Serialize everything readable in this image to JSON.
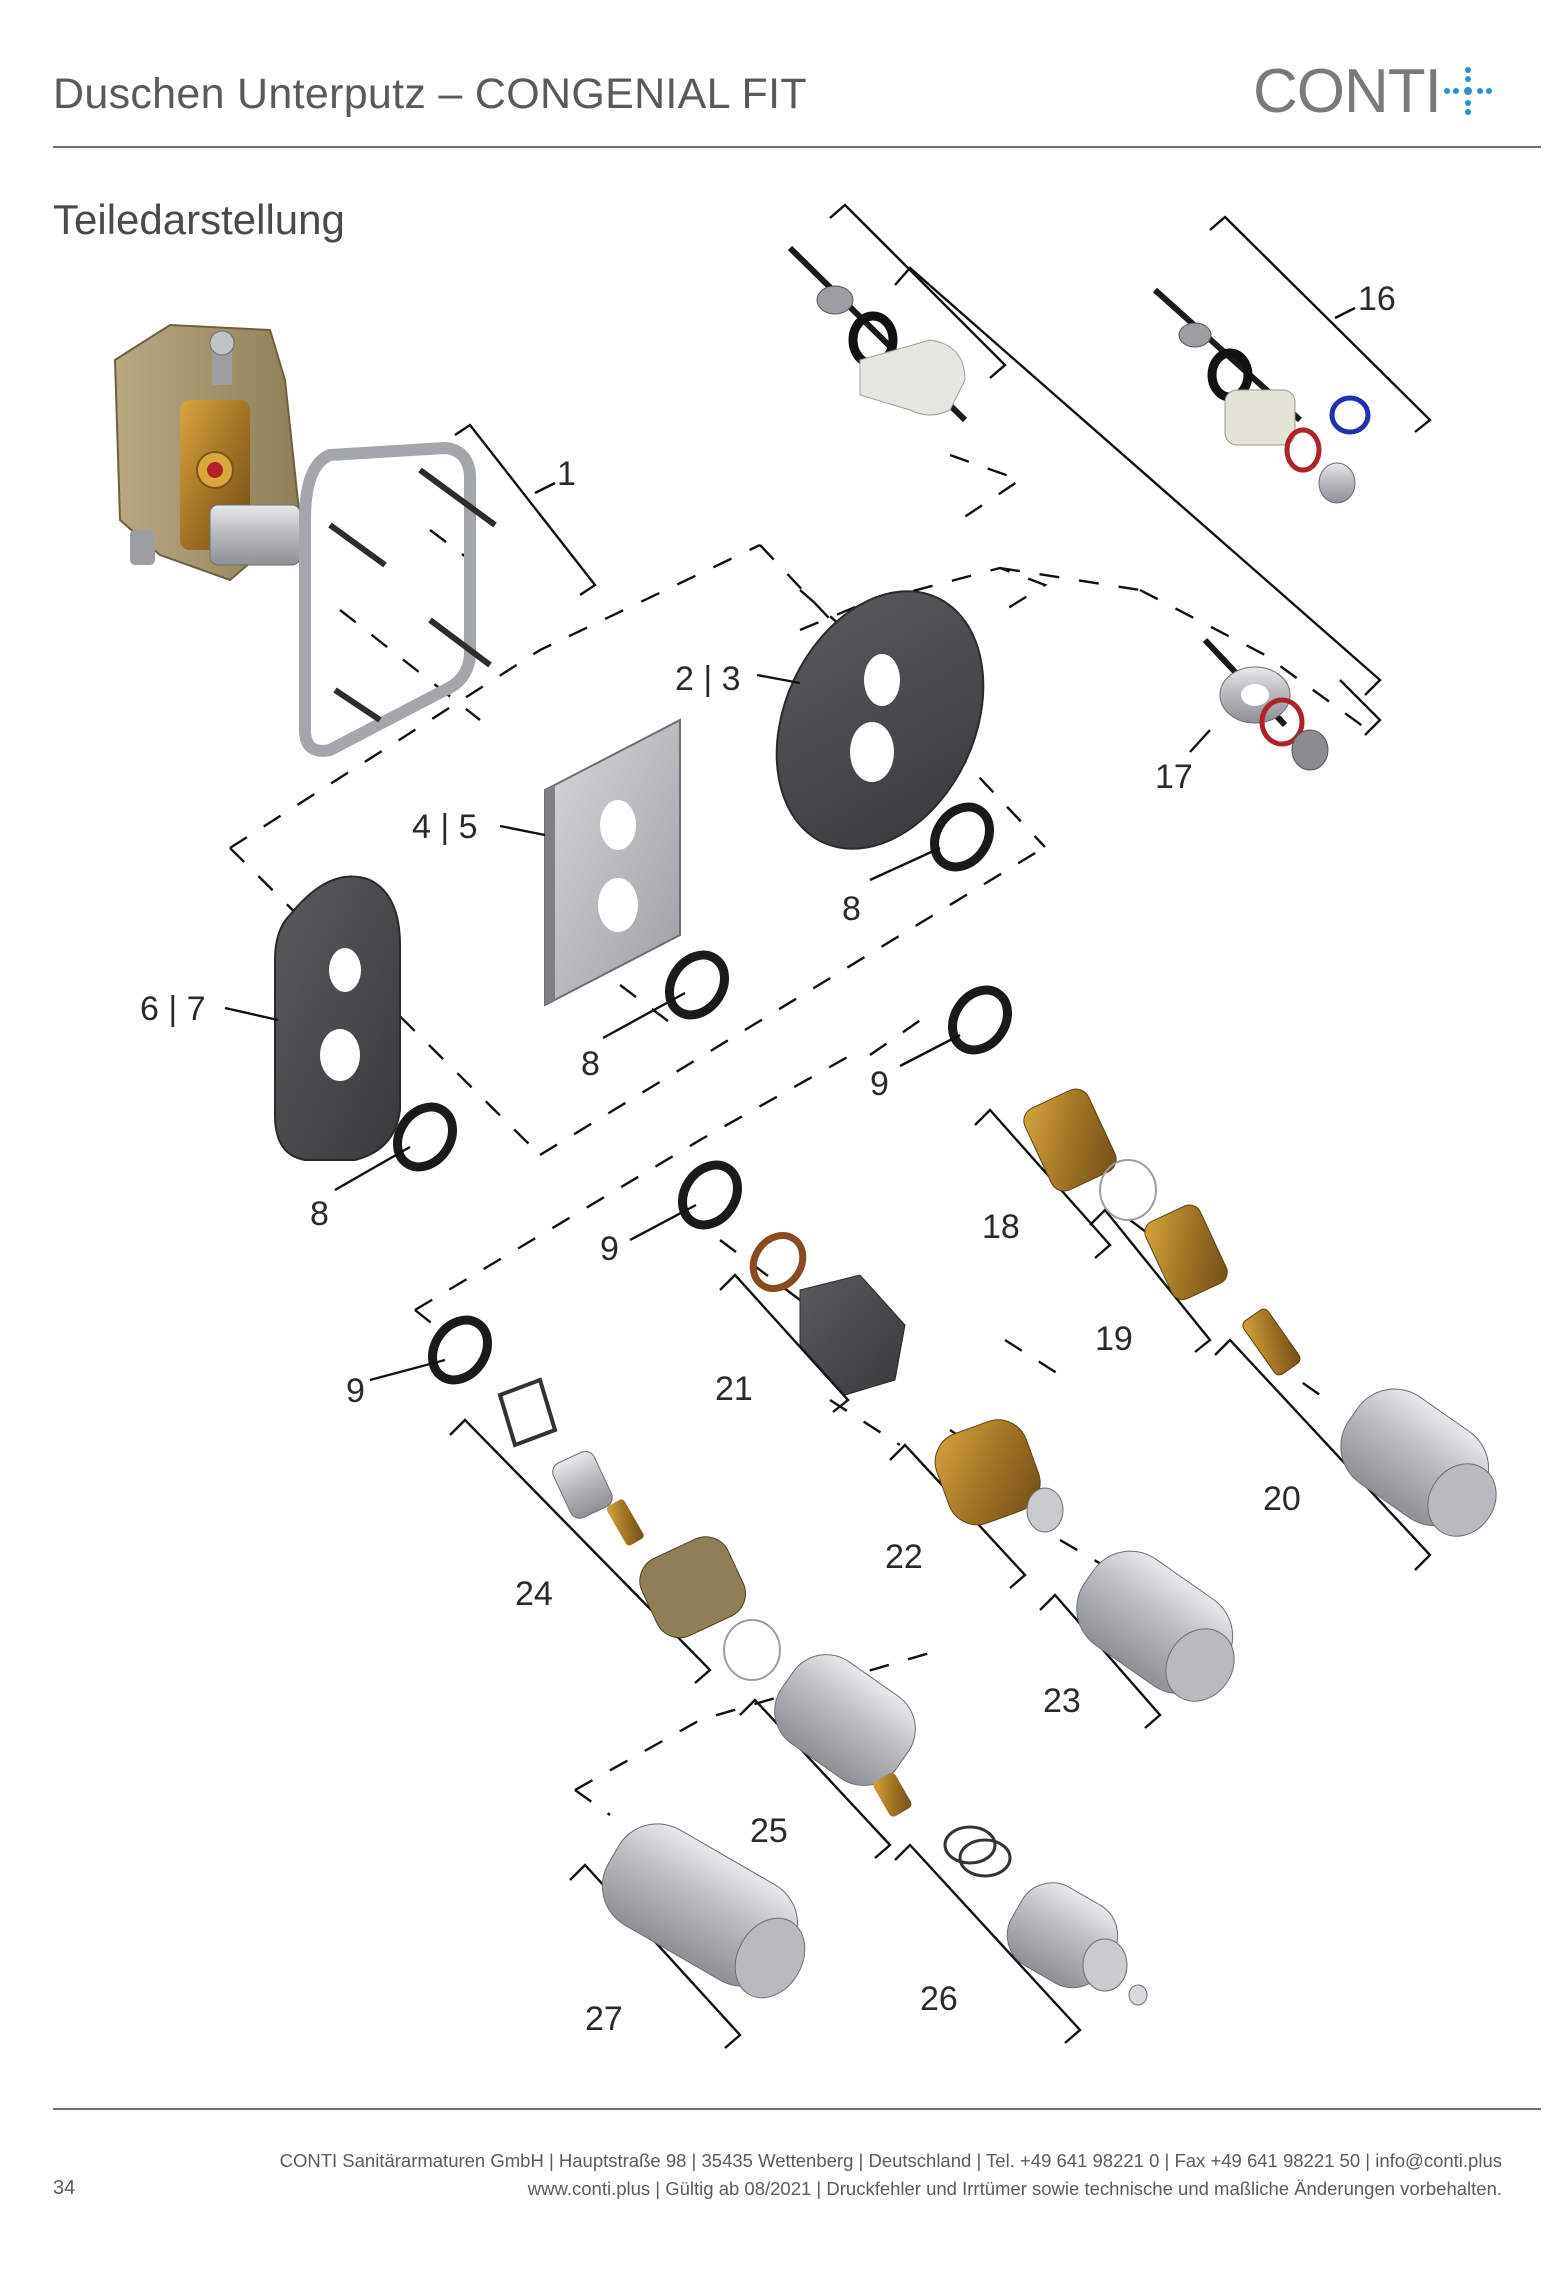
{
  "header": {
    "title": "Duschen Unterputz – CONGENIAL FIT",
    "logo_text": "CONTI"
  },
  "section_title": "Teiledarstellung",
  "part_labels": {
    "p1": "1",
    "p2_3": "2 | 3",
    "p4_5": "4 | 5",
    "p6_7": "6 | 7",
    "p8a": "8",
    "p8b": "8",
    "p8c": "8",
    "p9a": "9",
    "p9b": "9",
    "p9c": "9",
    "p16": "16",
    "p17": "17",
    "p18": "18",
    "p19": "19",
    "p20": "20",
    "p21": "21",
    "p22": "22",
    "p23": "23",
    "p24": "24",
    "p25": "25",
    "p26": "26",
    "p27": "27"
  },
  "footer": {
    "line1": "CONTI Sanitärarmaturen GmbH | Hauptstraße 98 | 35435 Wettenberg | Deutschland | Tel. +49 641 98221 0 | Fax +49 641 98221 50 | info@conti.plus",
    "line2": "www.conti.plus | Gültig ab 08/2021 | Druckfehler und Irrtümer sowie technische und maßliche Änderungen vorbehalten.",
    "page_number": "34"
  },
  "colors": {
    "logo_accent": "#2a8fd0",
    "rule": "#6f6f6f",
    "oring_red": "#b0222a",
    "oring_blue": "#2030b0",
    "brass": "#a07a2a",
    "chrome": "#c9cbce",
    "cover_dark": "#4b4c4f"
  }
}
